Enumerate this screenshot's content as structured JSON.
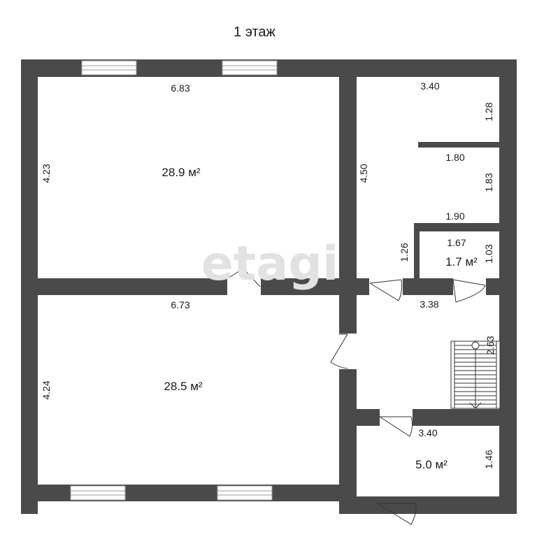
{
  "title": "1 этаж",
  "watermark": "etagi",
  "colors": {
    "wall": "#4a4a4a",
    "background": "#ffffff",
    "text": "#1a1a1a",
    "watermark": "#e2e2e2"
  },
  "rooms": {
    "room_top_left": {
      "area": "28.9 м²",
      "width": "6.83",
      "height": "4.23"
    },
    "room_bottom_left": {
      "area": "28.5 м²",
      "width": "6.73",
      "height": "4.24"
    },
    "room_top_right": {
      "width": "3.40",
      "height": "4.50",
      "upper_height": "1.28",
      "mid_width": "1.80",
      "mid_height": "1.83",
      "lower_width": "1.90",
      "lower_height": "1.26"
    },
    "closet": {
      "area": "1.7 м²",
      "width": "1.67",
      "height": "1.03"
    },
    "hall": {
      "width": "3.38",
      "height": "2.63"
    },
    "room_bottom_right": {
      "area": "5.0 м²",
      "width": "3.40",
      "height": "1.46"
    }
  }
}
